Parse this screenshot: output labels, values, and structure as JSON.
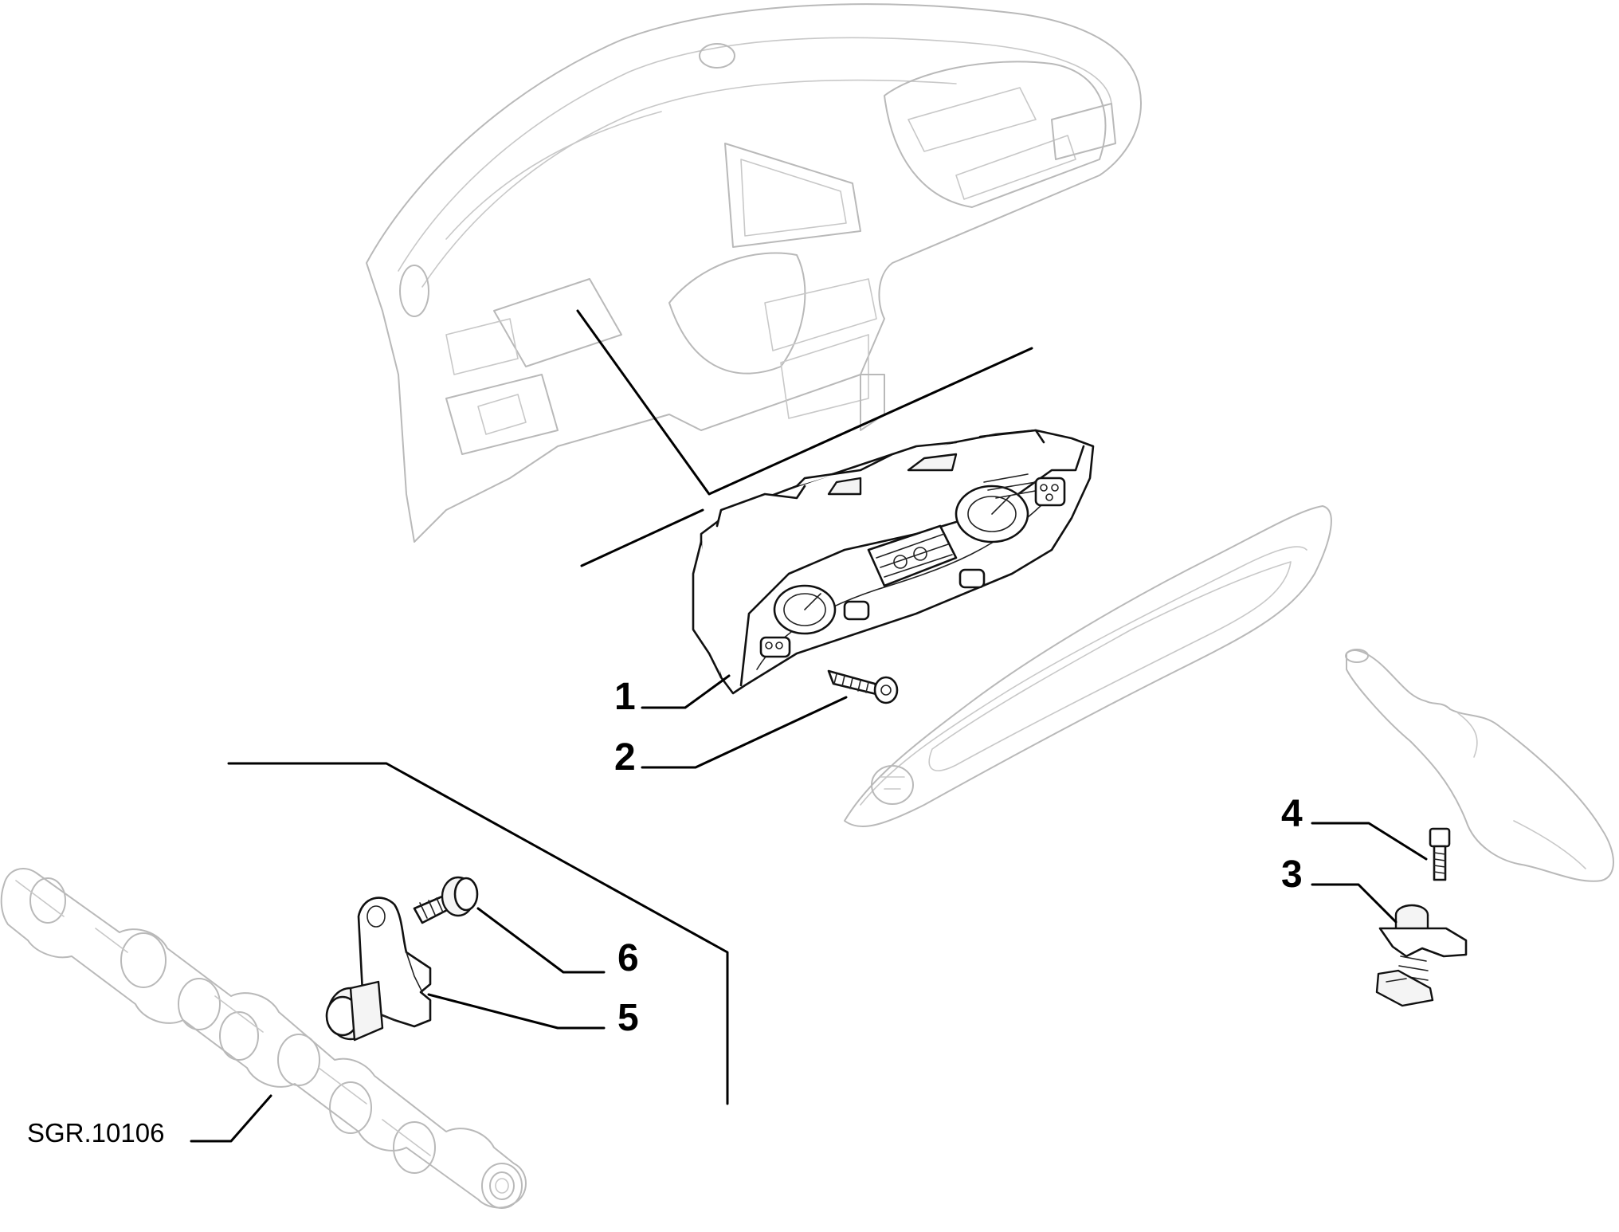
{
  "diagram": {
    "reference_code": "SGR.10106",
    "callouts": [
      {
        "label": "1"
      },
      {
        "label": "2"
      },
      {
        "label": "3"
      },
      {
        "label": "4"
      },
      {
        "label": "5"
      },
      {
        "label": "6"
      }
    ]
  },
  "colors": {
    "line": "#000000",
    "ghost_outline": "#b9b9b9",
    "background": "#ffffff"
  }
}
